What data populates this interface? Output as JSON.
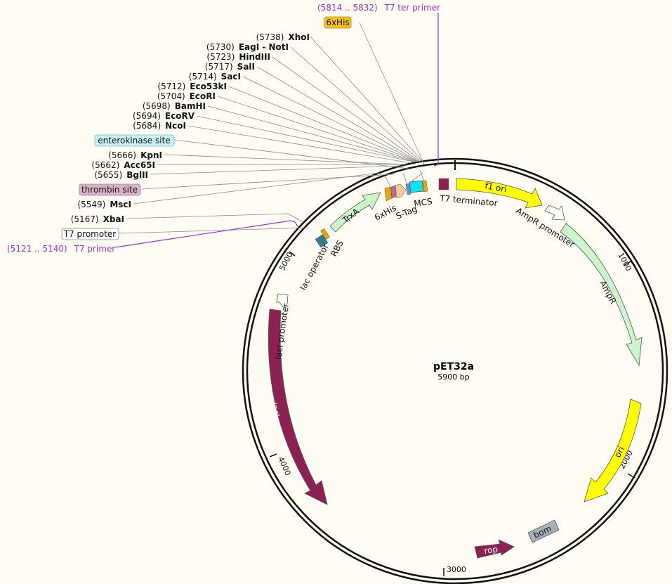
{
  "plasmid": {
    "name": "pET32a",
    "size_label": "5900 bp"
  },
  "ticks": [
    "1000",
    "2000",
    "3000",
    "4000",
    "5000"
  ],
  "enzymes": [
    {
      "pos": "(5738)",
      "name": "XhoI"
    },
    {
      "pos": "(5730)",
      "name": "EagI - NotI"
    },
    {
      "pos": "(5723)",
      "name": "HindIII"
    },
    {
      "pos": "(5717)",
      "name": "SalI"
    },
    {
      "pos": "(5714)",
      "name": "SacI"
    },
    {
      "pos": "(5712)",
      "name": "Eco53kI"
    },
    {
      "pos": "(5704)",
      "name": "EcoRI"
    },
    {
      "pos": "(5698)",
      "name": "BamHI"
    },
    {
      "pos": "(5694)",
      "name": "EcoRV"
    },
    {
      "pos": "(5684)",
      "name": "NcoI"
    },
    {
      "pos": "(5666)",
      "name": "KpnI"
    },
    {
      "pos": "(5662)",
      "name": "Acc65I"
    },
    {
      "pos": "(5655)",
      "name": "BglII"
    },
    {
      "pos": "(5549)",
      "name": "MscI"
    },
    {
      "pos": "(5167)",
      "name": "XbaI"
    }
  ],
  "boxed_labels": {
    "his_top": "6xHis",
    "enterokinase": "enterokinase site",
    "thrombin": "thrombin site",
    "t7_promoter": "T7 promoter"
  },
  "primers": {
    "t7_ter": {
      "range": "(5814 .. 5832)",
      "name": "T7 ter primer"
    },
    "t7": {
      "range": "(5121 .. 5140)",
      "name": "T7 primer"
    }
  },
  "features": {
    "f1_ori": "f1 ori",
    "ampr_promoter": "AmpR promoter",
    "ampr": "AmpR",
    "ori": "ori",
    "bom": "bom",
    "rop": "rop",
    "laci": "lacI",
    "laci_promoter": "lacI promoter",
    "lac_operator": "lac operator",
    "rbs": "RBS",
    "trxa": "TrxA",
    "his_inner": "6xHis",
    "s_tag": "S-Tag",
    "mcs": "MCS",
    "t7_terminator": "T7 terminator"
  },
  "colors": {
    "yellow": "#ffff00",
    "green": "#ccf5cc",
    "maroon": "#8b2252",
    "grey": "#a9a9a9",
    "cyan": "#00e5ff",
    "orange": "#f0a500",
    "purple": "#9b30d9",
    "enterokinase_bg": "#c8f4f4",
    "thrombin_bg": "#d9b3c6",
    "his_bg": "#f5c518"
  }
}
